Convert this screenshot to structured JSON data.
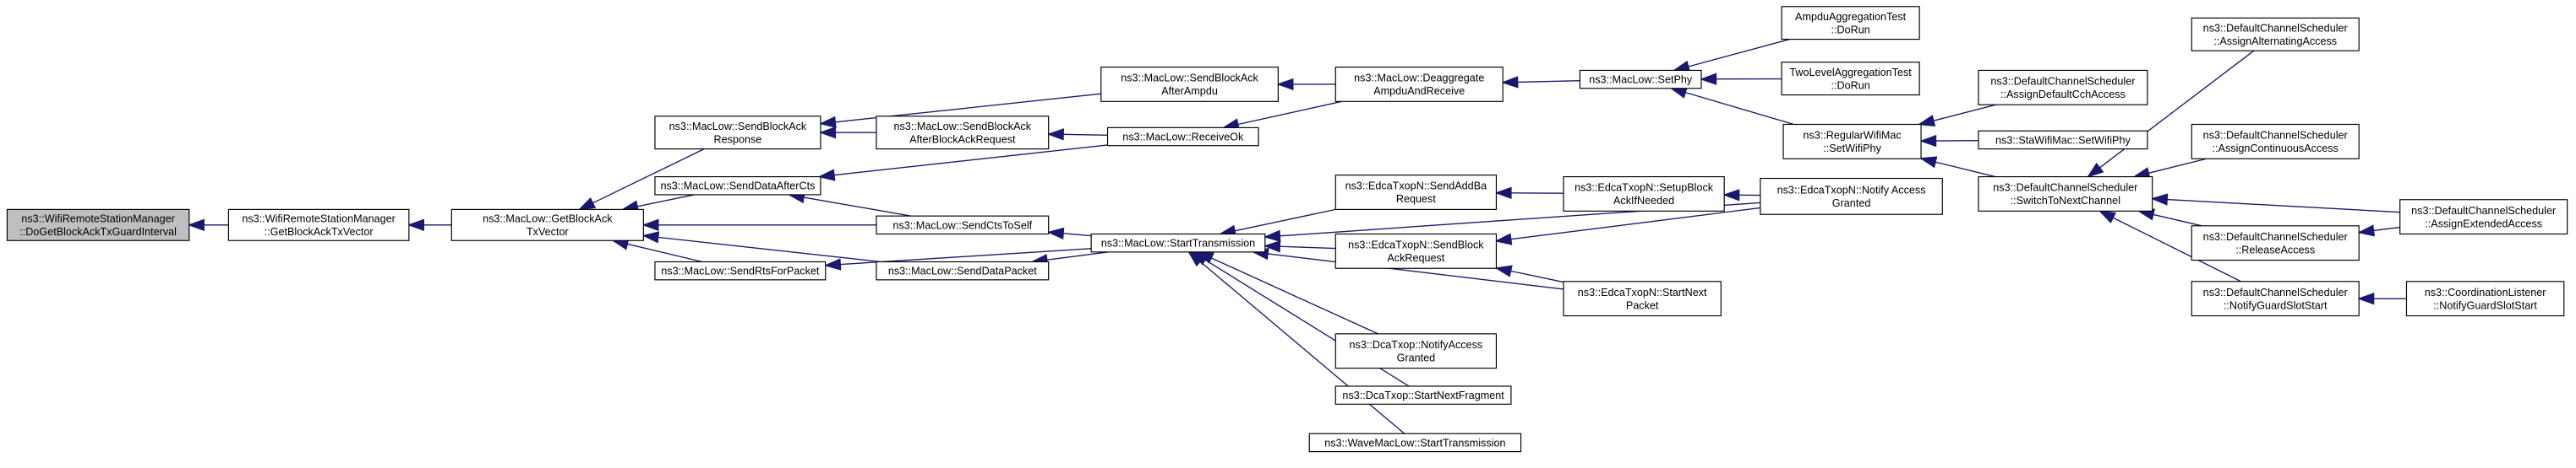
{
  "nodes": [
    {
      "id": "n0",
      "lines": [
        "ns3::WifiRemoteStationManager",
        "::DoGetBlockAckTxGuardInterval"
      ],
      "root": true
    },
    {
      "id": "n1",
      "lines": [
        "ns3::WifiRemoteStationManager",
        "::GetBlockAckTxVector"
      ]
    },
    {
      "id": "n2",
      "lines": [
        "ns3::MacLow::GetBlockAck",
        "TxVector"
      ]
    },
    {
      "id": "n3",
      "lines": [
        "ns3::MacLow::SendBlockAck",
        "Response"
      ]
    },
    {
      "id": "n4",
      "lines": [
        "ns3::MacLow::SendDataAfterCts"
      ]
    },
    {
      "id": "n5",
      "lines": [
        "ns3::MacLow::SendCtsToSelf"
      ]
    },
    {
      "id": "n6",
      "lines": [
        "ns3::MacLow::SendDataPacket"
      ]
    },
    {
      "id": "n7",
      "lines": [
        "ns3::MacLow::SendRtsForPacket"
      ]
    },
    {
      "id": "n8",
      "lines": [
        "ns3::MacLow::SendBlockAck",
        "AfterAmpdu"
      ]
    },
    {
      "id": "n9",
      "lines": [
        "ns3::MacLow::SendBlockAck",
        "AfterBlockAckRequest"
      ]
    },
    {
      "id": "n10",
      "lines": [
        "ns3::MacLow::ReceiveOk"
      ]
    },
    {
      "id": "n11",
      "lines": [
        "ns3::MacLow::Deaggregate",
        "AmpduAndReceive"
      ]
    },
    {
      "id": "n12",
      "lines": [
        "ns3::MacLow::StartTransmission"
      ]
    },
    {
      "id": "n13",
      "lines": [
        "ns3::MacLow::SetPhy"
      ]
    },
    {
      "id": "n14",
      "lines": [
        "AmpduAggregationTest",
        "::DoRun"
      ]
    },
    {
      "id": "n15",
      "lines": [
        "TwoLevelAggregationTest",
        "::DoRun"
      ]
    },
    {
      "id": "n16",
      "lines": [
        "ns3::RegularWifiMac",
        "::SetWifiPhy"
      ]
    },
    {
      "id": "n17",
      "lines": [
        "ns3::DefaultChannelScheduler",
        "::AssignDefaultCchAccess"
      ]
    },
    {
      "id": "n18",
      "lines": [
        "ns3::StaWifiMac::SetWifiPhy"
      ]
    },
    {
      "id": "n19",
      "lines": [
        "ns3::DefaultChannelScheduler",
        "::SwitchToNextChannel"
      ]
    },
    {
      "id": "n20",
      "lines": [
        "ns3::DefaultChannelScheduler",
        "::AssignAlternatingAccess"
      ]
    },
    {
      "id": "n21",
      "lines": [
        "ns3::DefaultChannelScheduler",
        "::AssignContinuousAccess"
      ]
    },
    {
      "id": "n22",
      "lines": [
        "ns3::DefaultChannelScheduler",
        "::ReleaseAccess"
      ]
    },
    {
      "id": "n23",
      "lines": [
        "ns3::DefaultChannelScheduler",
        "::AssignExtendedAccess"
      ]
    },
    {
      "id": "n24",
      "lines": [
        "ns3::DefaultChannelScheduler",
        "::NotifyGuardSlotStart"
      ]
    },
    {
      "id": "n25",
      "lines": [
        "ns3::CoordinationListener",
        "::NotifyGuardSlotStart"
      ]
    },
    {
      "id": "n26",
      "lines": [
        "ns3::EdcaTxopN::SendAddBa",
        "Request"
      ]
    },
    {
      "id": "n27",
      "lines": [
        "ns3::EdcaTxopN::SetupBlock",
        "AckIfNeeded"
      ]
    },
    {
      "id": "n28",
      "lines": [
        "ns3::EdcaTxopN::Notify Access",
        "Granted"
      ]
    },
    {
      "id": "n29",
      "lines": [
        "ns3::EdcaTxopN::SendBlock",
        "AckRequest"
      ]
    },
    {
      "id": "n30",
      "lines": [
        "ns3::EdcaTxopN::StartNext",
        "Packet"
      ]
    },
    {
      "id": "n31",
      "lines": [
        "ns3::DcaTxop::NotifyAccess",
        "Granted"
      ]
    },
    {
      "id": "n32",
      "lines": [
        "ns3::DcaTxop::StartNextFragment"
      ]
    },
    {
      "id": "n33",
      "lines": [
        "ns3::WaveMacLow::StartTransmission"
      ]
    }
  ],
  "edges": [
    {
      "from": "n1",
      "to": "n0"
    },
    {
      "from": "n2",
      "to": "n1"
    },
    {
      "from": "n3",
      "to": "n2"
    },
    {
      "from": "n4",
      "to": "n2"
    },
    {
      "from": "n5",
      "to": "n2"
    },
    {
      "from": "n6",
      "to": "n2"
    },
    {
      "from": "n7",
      "to": "n2"
    },
    {
      "from": "n8",
      "to": "n3"
    },
    {
      "from": "n9",
      "to": "n3"
    },
    {
      "from": "n11",
      "to": "n8"
    },
    {
      "from": "n10",
      "to": "n9"
    },
    {
      "from": "n10",
      "to": "n4"
    },
    {
      "from": "n5",
      "to": "n4"
    },
    {
      "from": "n11",
      "to": "n10"
    },
    {
      "from": "n13",
      "to": "n11"
    },
    {
      "from": "n14",
      "to": "n13"
    },
    {
      "from": "n15",
      "to": "n13"
    },
    {
      "from": "n16",
      "to": "n13"
    },
    {
      "from": "n17",
      "to": "n16"
    },
    {
      "from": "n18",
      "to": "n16"
    },
    {
      "from": "n19",
      "to": "n16"
    },
    {
      "from": "n20",
      "to": "n19"
    },
    {
      "from": "n21",
      "to": "n19"
    },
    {
      "from": "n22",
      "to": "n19"
    },
    {
      "from": "n23",
      "to": "n19"
    },
    {
      "from": "n24",
      "to": "n19"
    },
    {
      "from": "n23",
      "to": "n22"
    },
    {
      "from": "n25",
      "to": "n24"
    },
    {
      "from": "n12",
      "to": "n5"
    },
    {
      "from": "n12",
      "to": "n6"
    },
    {
      "from": "n12",
      "to": "n7"
    },
    {
      "from": "n26",
      "to": "n12"
    },
    {
      "from": "n29",
      "to": "n12"
    },
    {
      "from": "n28",
      "to": "n12"
    },
    {
      "from": "n30",
      "to": "n12"
    },
    {
      "from": "n31",
      "to": "n12"
    },
    {
      "from": "n32",
      "to": "n12"
    },
    {
      "from": "n33",
      "to": "n12"
    },
    {
      "from": "n27",
      "to": "n26"
    },
    {
      "from": "n28",
      "to": "n27"
    },
    {
      "from": "n28",
      "to": "n29"
    },
    {
      "from": "n30",
      "to": "n29"
    }
  ]
}
